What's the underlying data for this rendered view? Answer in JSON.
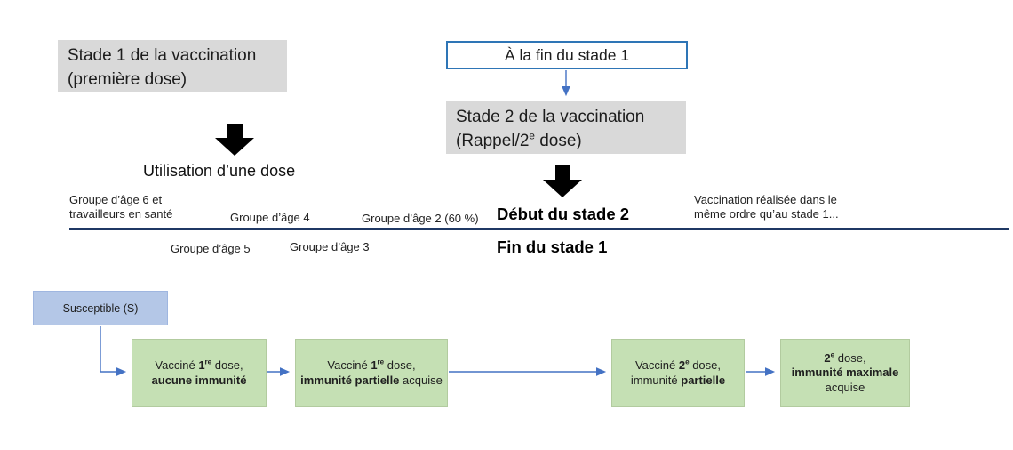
{
  "colors": {
    "gray_box": "#d9d9d9",
    "outline_box_border": "#2e75b6",
    "connector_blue": "#4472c4",
    "timeline_navy": "#1f3864",
    "susceptible_fill": "#b4c7e7",
    "green_fill": "#c5e0b4",
    "arrow_black": "#000000"
  },
  "stage1_box": {
    "line1": "Stade 1 de la vaccination",
    "line2": "(première dose)"
  },
  "usage_arrow_label": "Utilisation d’une dose",
  "end_stage1_box": {
    "label": "À la fin du stade 1"
  },
  "stage2_box": {
    "line1": "Stade 2 de la vaccination",
    "line2_segments": [
      {
        "t": "(Rappel/2"
      },
      {
        "t": "e",
        "sup": true
      },
      {
        "t": " dose)"
      }
    ]
  },
  "timeline": {
    "above": {
      "group6_line1": "Groupe d’âge 6 et",
      "group6_line2": "travailleurs en santé",
      "group4": "Groupe d’âge 4",
      "group2": "Groupe d’âge 2 (60 %)",
      "debut_stage2": "Début du stade 2",
      "note_line1": "Vaccination réalisée dans le",
      "note_line2": "même ordre qu’au stade 1..."
    },
    "below": {
      "group5": "Groupe d’âge 5",
      "group3": "Groupe d’âge 3",
      "fin_stage1": "Fin du stade 1"
    }
  },
  "flow": {
    "susceptible_label": "Susceptible (S)",
    "boxes": [
      {
        "segments": [
          {
            "t": "Vacciné "
          },
          {
            "t": "1",
            "b": true
          },
          {
            "t": "re",
            "b": true,
            "sup": true
          },
          {
            "t": " dose,"
          },
          {
            "br": true
          },
          {
            "t": "aucune immunité",
            "b": true
          }
        ]
      },
      {
        "segments": [
          {
            "t": "Vacciné "
          },
          {
            "t": "1",
            "b": true
          },
          {
            "t": "re",
            "b": true,
            "sup": true
          },
          {
            "t": " dose,"
          },
          {
            "br": true
          },
          {
            "t": "immunité partielle",
            "b": true
          },
          {
            "t": " acquise"
          }
        ]
      },
      {
        "segments": [
          {
            "t": "Vacciné "
          },
          {
            "t": "2",
            "b": true
          },
          {
            "t": "e",
            "b": true,
            "sup": true
          },
          {
            "t": " dose,"
          },
          {
            "br": true
          },
          {
            "t": "immunité "
          },
          {
            "t": "partielle",
            "b": true
          }
        ]
      },
      {
        "segments": [
          {
            "t": "2",
            "b": true
          },
          {
            "t": "e",
            "b": true,
            "sup": true
          },
          {
            "t": " dose,"
          },
          {
            "br": true
          },
          {
            "t": "immunité maximale",
            "b": true
          },
          {
            "br": true
          },
          {
            "t": "acquise"
          }
        ]
      }
    ]
  }
}
